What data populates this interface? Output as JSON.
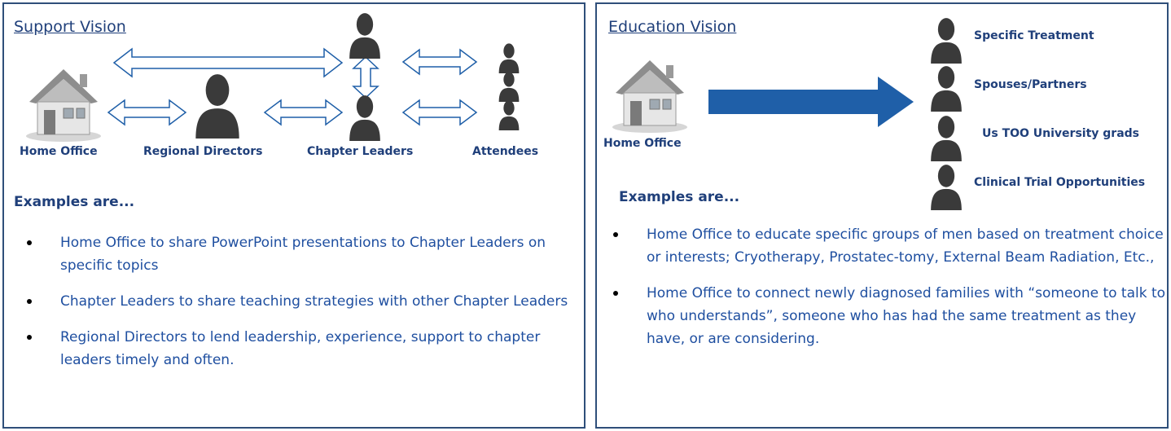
{
  "support": {
    "title": "Support Vision",
    "labels": {
      "home_office": "Home Office",
      "regional_directors": "Regional Directors",
      "chapter_leaders": "Chapter Leaders",
      "attendees": "Attendees"
    },
    "examples_heading": "Examples are...",
    "bullets": [
      "Home Office to share PowerPoint presentations to Chapter Leaders on specific topics",
      "Chapter Leaders to share teaching strategies with other Chapter Leaders",
      "Regional Directors to lend leadership, experience, support to chapter leaders timely and often."
    ]
  },
  "education": {
    "title": "Education Vision",
    "home_office_label": "Home Office",
    "groups": [
      "Specific Treatment",
      "Spouses/Partners",
      "Us TOO University grads",
      "Clinical Trial Opportunities"
    ],
    "examples_heading": "Examples are...",
    "bullets": [
      "Home Office to educate specific groups of men based on treatment choice or interests; Cryotherapy, Prostatec-tomy, External Beam Radiation, Etc.,",
      "Home Office to connect newly diagnosed families with “someone to talk to who understands”,  someone who has had the same treatment as they have, or are considering."
    ]
  },
  "colors": {
    "title": "#1f3f7a",
    "bullet_text": "#1f4fa0",
    "arrow_fill": "#1f5fa8",
    "person": "#3a3a3a",
    "border": "#2f4f7a"
  },
  "icons": [
    "house-icon",
    "person-icon",
    "double-arrow-icon",
    "big-arrow-icon"
  ]
}
